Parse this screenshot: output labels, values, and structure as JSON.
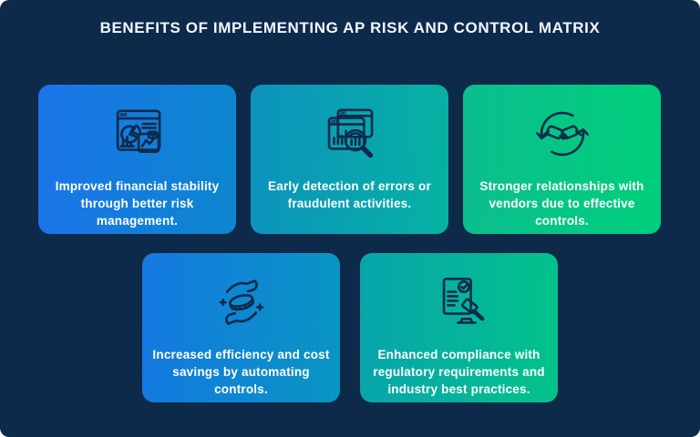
{
  "title": "BENEFITS OF IMPLEMENTING AP RISK AND CONTROL MATRIX",
  "colors": {
    "background": "#0D2A4B",
    "title_text": "#F3F7FB",
    "card_text": "#FFFFFF",
    "icon_stroke": "#0E2B4C"
  },
  "cards": [
    {
      "icon": "analytics-dashboard-icon",
      "text": "Improved financial stability through better risk management.",
      "gradient_start": "#1B74E9",
      "gradient_end": "#0C86CE"
    },
    {
      "icon": "chart-magnifier-icon",
      "text": "Early detection of errors or fraudulent activities.",
      "gradient_start": "#0D92BE",
      "gradient_end": "#06B2A2"
    },
    {
      "icon": "handshake-cycle-icon",
      "text": "Stronger relationships with vendors due to effective controls.",
      "gradient_start": "#0CBD8E",
      "gradient_end": "#00CF7B"
    },
    {
      "icon": "hands-coin-icon",
      "text": "Increased efficiency and cost savings by automating controls.",
      "gradient_start": "#1478E1",
      "gradient_end": "#0996C2"
    },
    {
      "icon": "document-gavel-icon",
      "text": "Enhanced compliance with regulatory requirements and industry best practices.",
      "gradient_start": "#08A4AC",
      "gradient_end": "#02C38A"
    }
  ]
}
